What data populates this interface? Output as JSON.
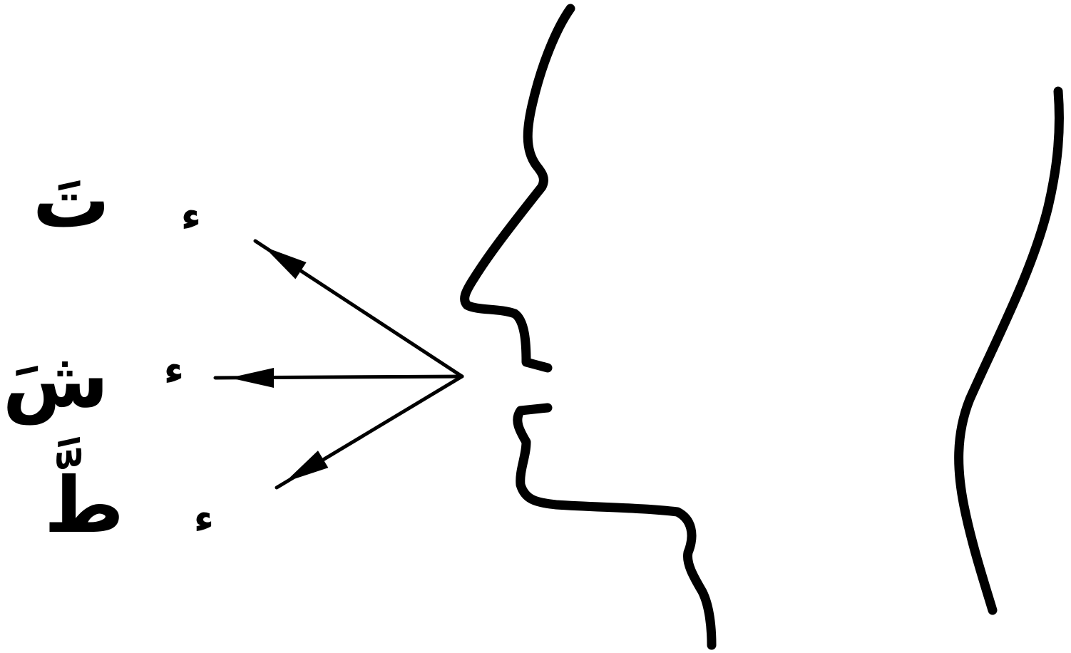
{
  "diagram": {
    "labels": {
      "top": {
        "hamza": "ء",
        "letter": "تَ"
      },
      "middle": {
        "hamza": "ء",
        "letter": "شَ"
      },
      "bottom": {
        "hamza": "ء",
        "letter": "طَّ"
      }
    },
    "colors": {
      "ink": "#000000",
      "background": "#ffffff"
    }
  }
}
